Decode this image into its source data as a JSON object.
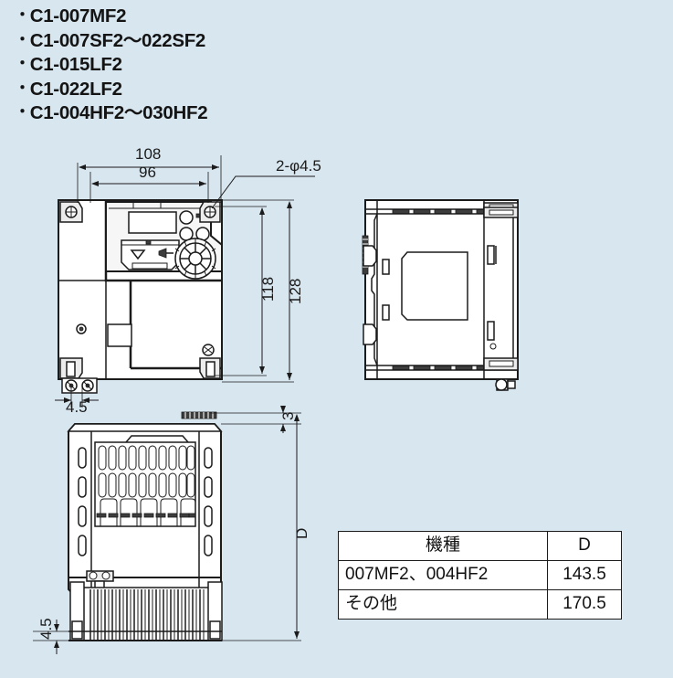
{
  "header": {
    "bullet": "・",
    "models": [
      "C1-007MF2",
      "C1-007SF2～022SF2",
      "C1-015LF2",
      "C1-022LF2",
      "C1-004HF2～030HF2"
    ]
  },
  "dimensions": {
    "width_outer": "108",
    "width_mount": "96",
    "height_mount": "118",
    "height_outer": "128",
    "hole_callout": "2-φ4.5",
    "front_bottom_offset": "4.5",
    "depth_top": "3",
    "depth_label": "D",
    "depth_bottom_offset": "4.5"
  },
  "spec_table": {
    "headers": [
      "機種",
      "D"
    ],
    "rows": [
      [
        "007MF2、004HF2",
        "143.5"
      ],
      [
        "その他",
        "170.5"
      ]
    ]
  },
  "colors": {
    "background": "#d8e6ef",
    "line": "#1b1b1b",
    "fill_light": "#ffffff",
    "fill_gray": "#e9e9e9",
    "fill_dark": "#4a4a4a"
  },
  "views": {
    "front": "front-elevation-view",
    "side": "side-elevation-view",
    "bottom": "rear-elevation-view"
  }
}
